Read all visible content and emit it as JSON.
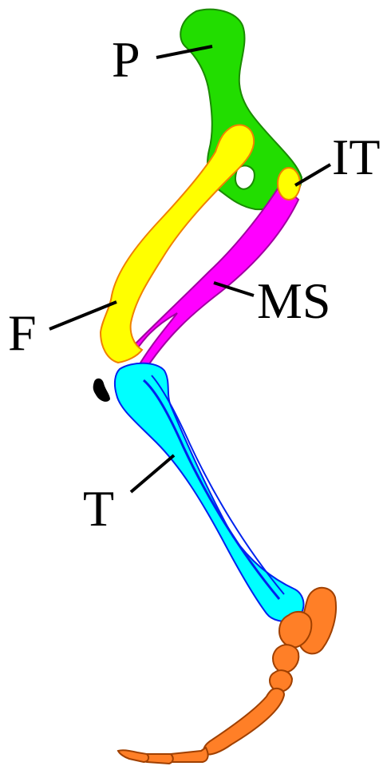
{
  "labels": {
    "pelvis": "P",
    "ischial_tuberosity": "IT",
    "muscle": "MS",
    "femur": "F",
    "tibia": "T"
  },
  "colors": {
    "pelvis": "#22dd00",
    "pelvis_stroke": "#1a8a00",
    "femur": "#ffff00",
    "femur_stroke": "#f08000",
    "muscle": "#ff00ff",
    "muscle_stroke": "#a000a0",
    "tibia": "#00ffff",
    "tibia_stroke": "#0022ee",
    "foot": "#ff7f27",
    "foot_stroke": "#a04000",
    "patella": "#000000"
  }
}
